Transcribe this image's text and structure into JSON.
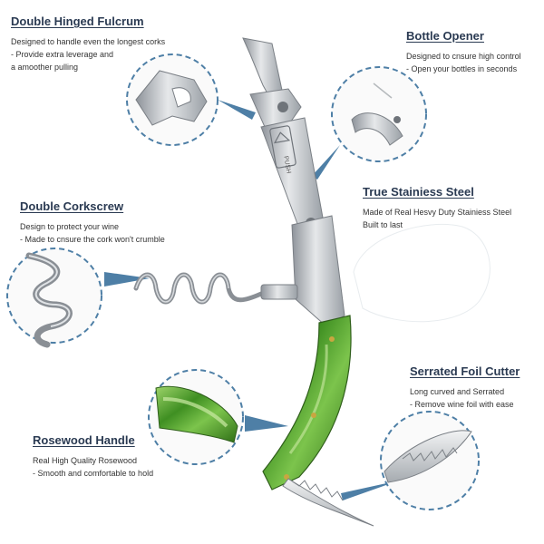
{
  "features": {
    "fulcrum": {
      "title": "Double Hinged Fulcrum",
      "desc": "Designed to handle even the longest corks\n - Provide extra leverage and\na amoother pulling"
    },
    "bottle_opener": {
      "title": "Bottle Opener",
      "desc": "Designed to cnsure high control\n- Open your bottles in seconds"
    },
    "steel": {
      "title": "True Stainiess Steel",
      "desc": "Made of Real Hesvy Duty Stainiess Steel\nBuilt to last"
    },
    "corkscrew": {
      "title": "Double Corkscrew",
      "desc": "Design to protect your wine\n- Made to cnsure the cork won't crumble"
    },
    "handle": {
      "title": "Rosewood Handle",
      "desc": "Real High Quality Rosewood\n- Smooth and comfortable to hold"
    },
    "foil_cutter": {
      "title": "Serrated Foil Cutter",
      "desc": "Long curved and Serrated\n- Remove wine foil with ease"
    }
  },
  "tool_button_text": "PUSH",
  "colors": {
    "title": "#2a3a52",
    "accent": "#4e7fa6",
    "steel": "#b8bcc2",
    "handle": "#4c9a2a"
  }
}
